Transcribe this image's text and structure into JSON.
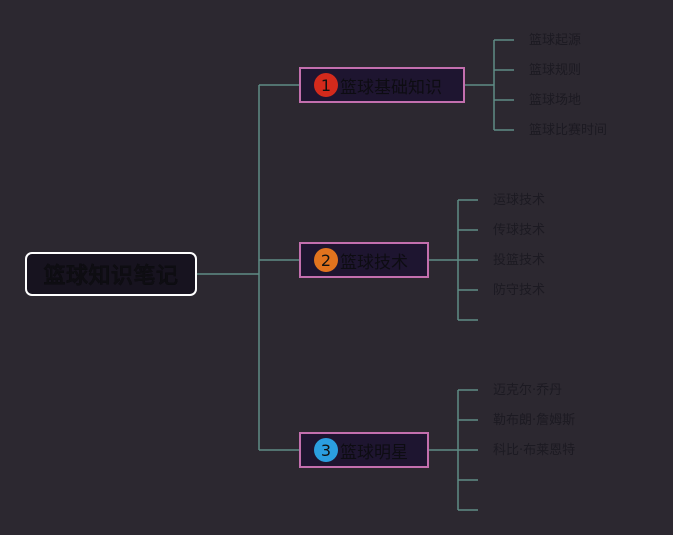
{
  "colors": {
    "background": "#2c2830",
    "connector": "#5f8c86",
    "root_border": "#ffffff",
    "branch_border": "#c36fae",
    "branch_fill": "#1e1530"
  },
  "root": {
    "label": "篮球知识笔记"
  },
  "branches": [
    {
      "number": "1",
      "badge_color": "#d42a1c",
      "label": "篮球基础知识",
      "children": [
        "篮球起源",
        "篮球规则",
        "篮球场地",
        "篮球比赛时间"
      ]
    },
    {
      "number": "2",
      "badge_color": "#e2731e",
      "label": "篮球技术",
      "children": [
        "运球技术",
        "传球技术",
        "投篮技术",
        "防守技术",
        ""
      ]
    },
    {
      "number": "3",
      "badge_color": "#2b9ee0",
      "label": "篮球明星",
      "children": [
        "迈克尔·乔丹",
        "勒布朗·詹姆斯",
        "科比·布莱恩特",
        "",
        ""
      ]
    }
  ]
}
